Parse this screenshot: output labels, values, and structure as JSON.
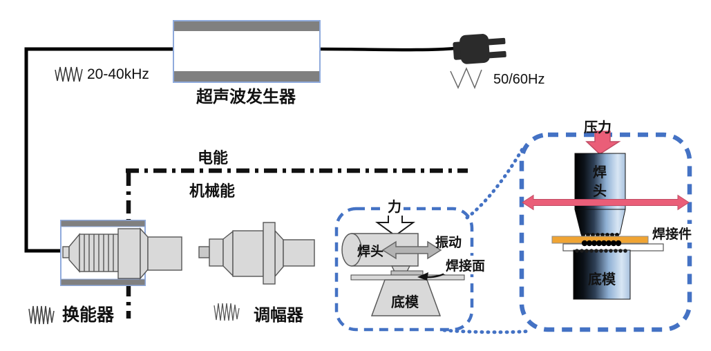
{
  "figure": {
    "generator_label": "超声波发生器",
    "hf_freq": "20-40kHz",
    "mains_freq": "50/60Hz",
    "electric_energy": "电能",
    "mechanical_energy": "机械能",
    "transducer_label": "换能器",
    "booster_label": "调幅器"
  },
  "inset_small": {
    "force": "力",
    "horn": "焊头",
    "vibration": "振动",
    "weld_face": "焊接面",
    "anvil": "底模"
  },
  "inset_large": {
    "pressure": "压力",
    "horn": "焊头",
    "weldment": "焊接件",
    "anvil": "底模"
  },
  "icons": {
    "hf_wave": "dense-zigzag-wave-icon",
    "mains_wave": "sparse-zigzag-wave-icon",
    "transducer_wave": "dense-zigzag-wave-icon",
    "booster_wave": "dense-zigzag-wave-icon",
    "plug": "power-plug-icon"
  },
  "colors": {
    "dashed_box_blue": "#4472C4",
    "band_gray": "#808080",
    "part_gray": "#D9D9D9",
    "box_border_blue": "#8FAADC",
    "arrow_pink": "#EA5E78",
    "weldment_orange": "#F0A433",
    "line_black": "#111111"
  }
}
